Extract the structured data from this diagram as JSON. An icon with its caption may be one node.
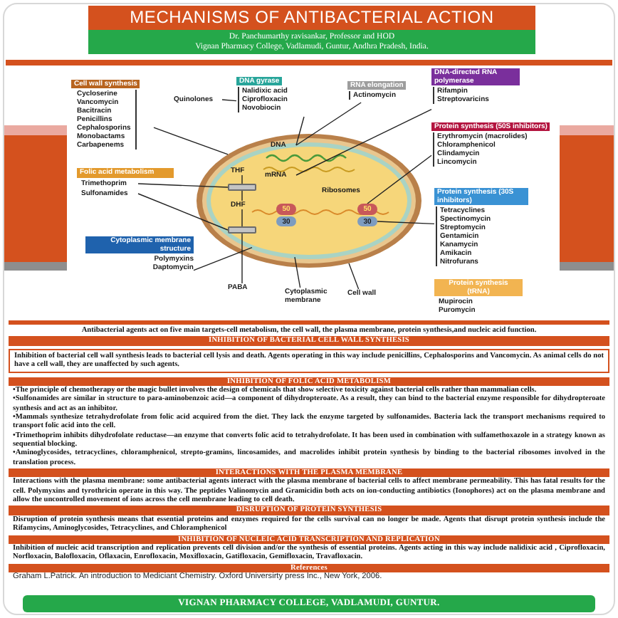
{
  "diagram": {
    "title": "MECHANISMS OF ANTIBACTERIAL ACTION",
    "nodes": [
      {
        "text": [],
        "shape": "circle"
      },
      {
        "text": [
          "DNA"
        ],
        "in": 0
      },
      {
        "text": [
          "mRNA"
        ],
        "in": 0
      },
      {
        "text": [
          "THF"
        ],
        "in": 0
      },
      {
        "text": [
          "DHF"
        ],
        "in": 0
      },
      {
        "text": [
          "Ribosomes"
        ],
        "in": 0
      },
      {
        "text": [
          "50"
        ],
        "in": 0
      },
      {
        "text": [
          "30"
        ],
        "in": 0
      },
      {
        "text": [
          "50"
        ],
        "in": 0
      },
      {
        "text": [
          "30"
        ],
        "in": 0
      },
      {
        "text": [],
        "shape": "bar",
        "in": 0
      },
      {
        "text": [],
        "shape": "bar",
        "in": 0
      },
      {
        "text": [
          "PABA"
        ]
      },
      {
        "text": [
          "Cytoplasmic membrane"
        ]
      },
      {
        "text": [
          "Cell wall"
        ]
      },
      {
        "text": [
          "Cell wall synthesis",
          "Cycloserine Vancomycin Bacitracin Penicillins Cephalosporins Monobactams Carbapenems"
        ]
      },
      {
        "text": [
          "Folic acid metabolism"
        ]
      },
      {
        "text": [
          "Trimethoprim"
        ]
      },
      {
        "text": [
          "Sulfonamides"
        ]
      },
      {
        "text": [
          "Cytoplasmic membrane structure",
          "Polymyxins",
          "Daptomycin"
        ]
      },
      {
        "text": [
          "Quinolones"
        ]
      },
      {
        "text": [
          "DNA gyrase",
          "Nalidixic acid",
          "Ciprofloxacin",
          "Novobiocin"
        ]
      },
      {
        "text": [
          "RNA elongation",
          "Actinomycin"
        ]
      },
      {
        "text": [
          "DNA-directed RNA polymerase",
          "Rifampin",
          "Streptovaricins"
        ]
      },
      {
        "text": [
          "Protein synthesis (50S inhibitors)",
          "Erythromycin (macrolides)",
          "Chloramphenicol",
          "Clindamycin",
          "Lincomycin"
        ]
      },
      {
        "text": [
          "Protein synthesis (30S inhibitors)",
          "Tetracyclines Spectinomycin Streptomycin Gentamicin Kanamycin Amikacin Nitrofurans"
        ]
      },
      {
        "text": [
          "Protein synthesis (tRNA)",
          "Mupirocin",
          "Puromycin"
        ]
      }
    ],
    "edges": [
      {
        "from": 15,
        "to": 0,
        "arrow": "none"
      },
      {
        "from": 17,
        "to": 10,
        "arrow": "none"
      },
      {
        "from": 18,
        "to": 11,
        "arrow": "none"
      },
      {
        "from": 19,
        "to": 0,
        "arrow": "none"
      },
      {
        "from": 20,
        "to": 21,
        "arrow": "none"
      },
      {
        "from": 21,
        "to": 1,
        "arrow": "none"
      },
      {
        "from": 22,
        "to": 1,
        "arrow": "none"
      },
      {
        "from": 23,
        "to": 2,
        "arrow": "none"
      },
      {
        "from": 24,
        "to": 8,
        "arrow": "none"
      },
      {
        "from": 25,
        "to": 9,
        "arrow": "none"
      },
      {
        "from": 13,
        "to": 0,
        "arrow": "none"
      },
      {
        "from": 14,
        "to": 0,
        "arrow": "none"
      },
      {
        "from": 12,
        "to": 11,
        "arrow": "none"
      },
      {
        "from": 11,
        "to": 4,
        "arrow": "none"
      },
      {
        "from": 4,
        "to": 10,
        "arrow": "none"
      },
      {
        "from": 10,
        "to": 3,
        "arrow": "none"
      }
    ],
    "labels": [
      "Dr. Panchumarthy ravisankar, Professor and HOD",
      "Vignan Pharmacy College, Vadlamudi, Guntur, Andhra Pradesh, India.",
      "Antibacterial agents act on five main targets-cell metabolism, the cell wall, the plasma membrane, protein synthesis,and nucleic acid function.",
      "INHIBITION OF BACTERIAL CELL WALL SYNTHESIS",
      "Inhibition of bacterial cell wall synthesis leads to bacterial cell lysis and death. Agents operating in this way include **penicillins, Cephalosporins and Vancomycin.** As animal cells do not have a cell wall, they are unaffected by such agents.",
      "INHIBITION OF FOLIC ACID METABOLISM",
      "•The principle of chemotherapy or the magic bullet involves the design of chemicals that show selective toxicity against bacterial cells rather than mammalian cells.",
      "•Sulfonamides are similar in structure to para-aminobenzoic acid—a component of dihydropteroate. As a result, they can bind to the bacterial enzyme responsible for dihydropteroate synthesis and act as an inhibitor.",
      "•Mammals synthesize tetrahydrofolate from folic acid acquired from the diet. They lack the enzyme targeted by sulfonamides. Bacteria lack the transport mechanisms required to transport folic acid into the cell.",
      "•**Trimethoprim** inhibits dihydrofolate reductase—an enzyme that converts folic acid to tetrahydrofolate. It has been used in combination with **sulfamethoxazole** in a strategy known as sequential blocking.",
      "•**Aminoglycosides, tetracyclines, chloramphenicol, strepto-gramins, lincosamides, and macrolides** inhibit protein synthesis by binding to the bacterial ribosomes involved in the translation process.",
      "INTERACTIONS WITH THE PLASMA MEMBRANE",
      "Interactions with the plasma membrane: some antibacterial agents interact with the plasma membrane of bacterial cells to affect membrane permeability. This has fatal results for the cell. **Polymyxins and tyrothricin** operate in this way. The peptides **Valinomycin and Gramicidin** both acts on ion-conducting antibiotics (Ionophores) act on the plasma membrane and allow the uncontrolled movement of ions across the cell membrane leading to cell death.",
      "DISRUPTION OF PROTEIN SYNTHESIS",
      "Disruption of protein synthesis means that essential proteins and enzymes required for the cells survival can no longer be made. Agents that disrupt protein synthesis include the **Rifamycins, Aminoglycosides, Tetracyclines, and Chloramphenicol**",
      "INHIBITION OF NUCLEIC ACID TRANSCRIPTION AND REPLICATION",
      "Inhibition of nucleic acid transcription and replication prevents cell division and/or the synthesis of essential proteins. Agents acting in this way include **nalidixic acid , Ciprofloxacin, Norfloxacin, Balofloxacin, Oflaxacin, Enrofloxacin, Moxifloxacin, Gatifloxacin, Gemifloxacin, Travafloxacin.**",
      "References",
      "Graham L.Patrick. An introduction to Mediciant Chemistry. Oxford Universirty press Inc., New York, 2006.",
      "VIGNAN PHARMACY COLLEGE, VADLAMUDI, GUNTUR."
    ]
  }
}
